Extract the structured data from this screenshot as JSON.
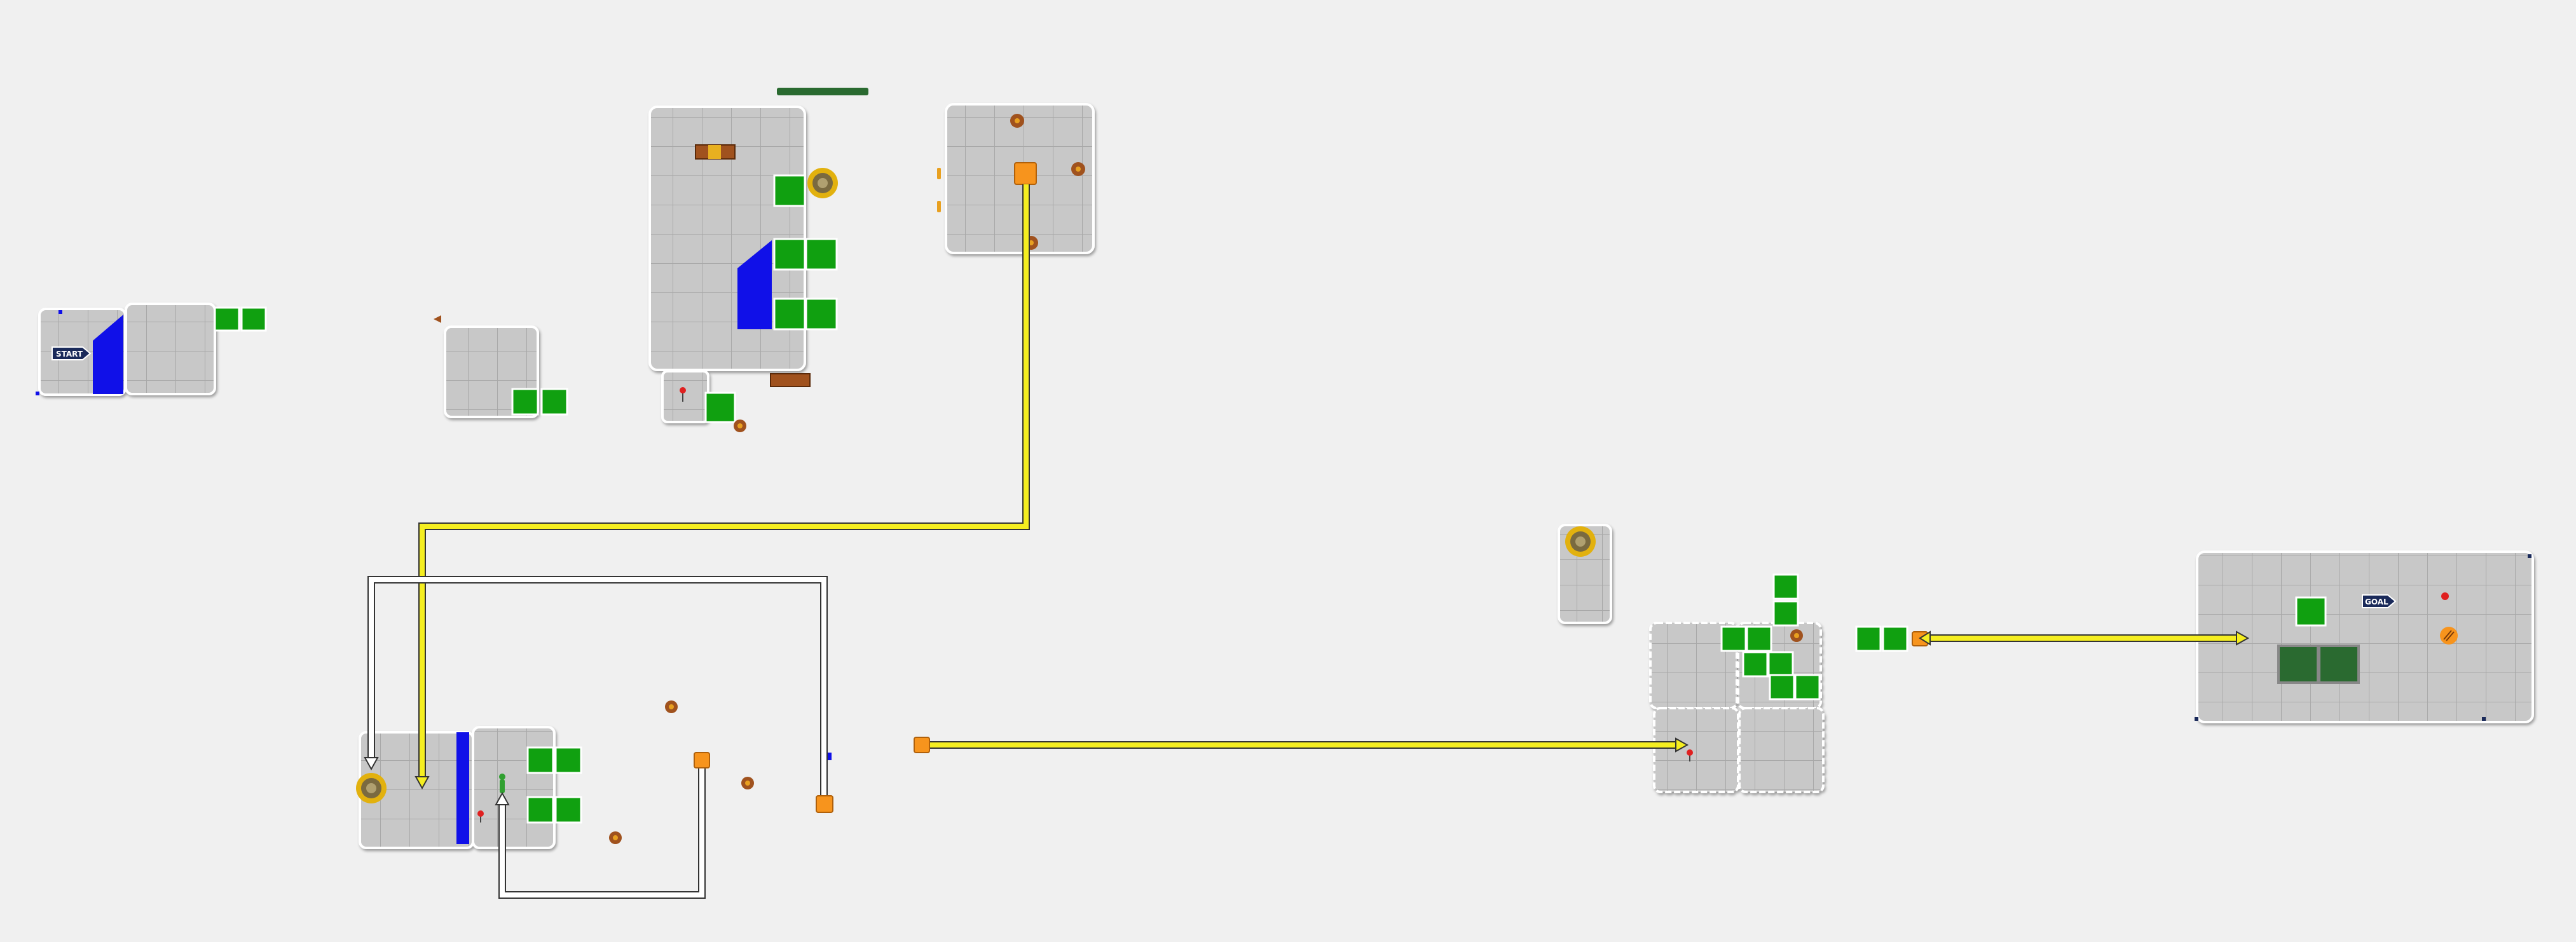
{
  "labels": {
    "start": "START",
    "goal": "GOAL"
  },
  "colors": {
    "background": "#f0f0f0",
    "tile_floor": "#c8c8c8",
    "tile_grid": "#9a9a9a",
    "ramp_blue": "#1010e8",
    "pad_green": "#10a010",
    "pad_dark_green": "#2a6a30",
    "wire_yellow": "#f5ee20",
    "wire_white": "#ffffff",
    "switch_orange": "#f7941d",
    "gear_gold": "#e2b10e",
    "badge_navy": "#1a2a5a",
    "crate_brown": "#a0521e"
  },
  "icons": {
    "start_badge": "start-arrow-badge",
    "goal_badge": "goal-arrow-badge",
    "gear": "gear-icon",
    "pressure_pad": "pressure-pad-icon",
    "switch": "switch-block-icon",
    "bomb_bot": "bomb-bot-icon",
    "pin": "red-pin-icon",
    "crate": "crate-icon",
    "boost": "boost-orb-icon"
  }
}
